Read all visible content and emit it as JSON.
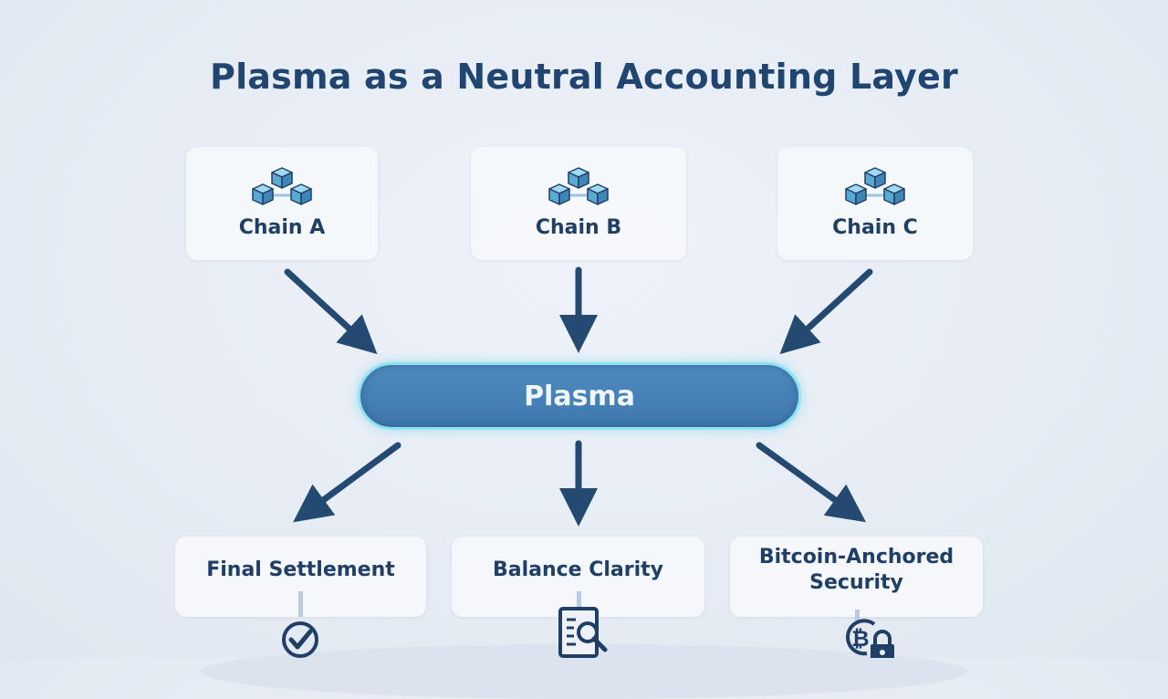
{
  "title": "Plasma as a Neutral Accounting Layer",
  "chains": [
    {
      "label": "Chain A",
      "icon": "blockchain-cubes-icon"
    },
    {
      "label": "Chain B",
      "icon": "blockchain-cubes-icon"
    },
    {
      "label": "Chain C",
      "icon": "blockchain-cubes-icon"
    }
  ],
  "hub": {
    "label": "Plasma"
  },
  "outputs": [
    {
      "label": "Final Settlement",
      "icon": "check-circle-icon"
    },
    {
      "label": "Balance Clarity",
      "icon": "document-search-icon"
    },
    {
      "label": "Bitcoin-Anchored Security",
      "icon": "bitcoin-lock-icon"
    }
  ],
  "colors": {
    "title": "#1f4570",
    "arrow": "#244a72",
    "hub_fill": "#4582b8",
    "hub_glow": "#8fe4f2",
    "cube": "#6cbfe0"
  }
}
